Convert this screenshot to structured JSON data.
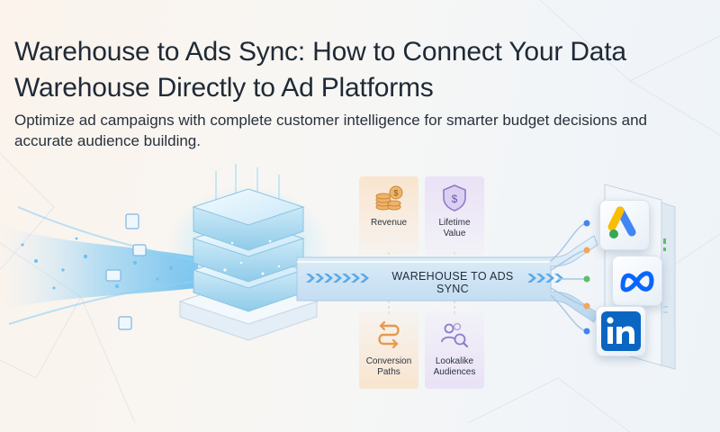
{
  "header": {
    "title": "Warehouse to Ads Sync: How to Connect Your Data Warehouse Directly to Ad Platforms",
    "subtitle": "Optimize ad campaigns with complete customer intelligence for smarter budget decisions and accurate audience building."
  },
  "pipeline": {
    "label": "WAREHOUSE TO ADS SYNC"
  },
  "metrics": [
    {
      "label": "Revenue",
      "icon": "money-coins-icon"
    },
    {
      "label": "Lifetime\nValue",
      "icon": "shield-dollar-icon"
    },
    {
      "label": "Conversion\nPaths",
      "icon": "path-arrows-icon"
    },
    {
      "label": "Lookalike\nAudiences",
      "icon": "audience-search-icon"
    }
  ],
  "platforms": [
    {
      "name": "google-ads",
      "icon": "google-ads-icon",
      "color": "#4285F4"
    },
    {
      "name": "meta",
      "icon": "meta-icon",
      "color": "#0866FF"
    },
    {
      "name": "linkedin",
      "icon": "linkedin-icon",
      "color": "#0A66C2"
    }
  ],
  "colors": {
    "pipe": "#cfe3f3",
    "accent_blue": "#3b8ed8",
    "accent_orange": "#f2a65a",
    "accent_purple": "#8e7bc9",
    "accent_green": "#5bbf6a"
  }
}
